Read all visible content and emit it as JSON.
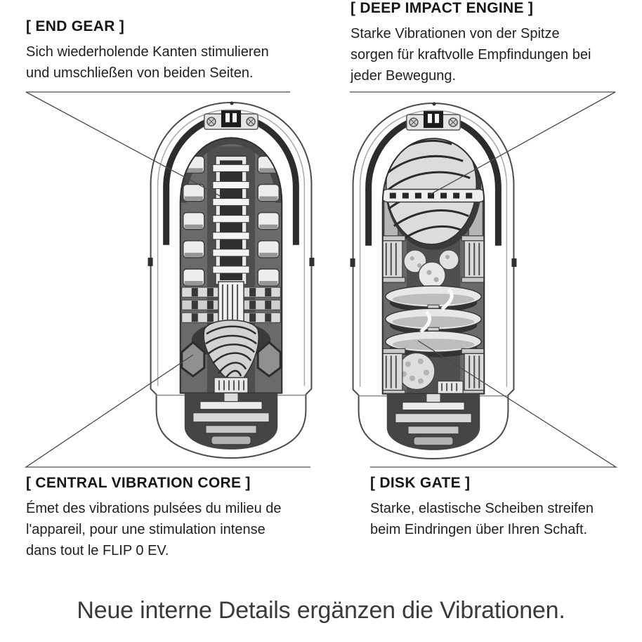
{
  "page": {
    "background": "#ffffff",
    "headline": "Neue interne Details ergänzen die Vibrationen.",
    "headline_color": "#3a3a3a",
    "line_color": "#4a4a4a",
    "text_color": "#1c1c1c"
  },
  "annotations": {
    "end_gear": {
      "title": "[ END GEAR ]",
      "body": "Sich wiederholende Kanten stimulieren\nund umschließen von beiden Seiten."
    },
    "deep_impact_engine": {
      "title": "[ DEEP IMPACT ENGINE ]",
      "body": "Starke Vibrationen von der Spitze\nsorgen für kraftvolle Empfindungen bei\njeder Bewegung."
    },
    "central_vibration_core": {
      "title": "[ CENTRAL VIBRATION CORE ]",
      "body": "Émet des vibrations pulsées du milieu de\nl'appareil, pour une stimulation intense\ndans tout le FLIP 0 EV."
    },
    "disk_gate": {
      "title": "[ DISK GATE ]",
      "body": "Starke, elastische Scheiben streifen\nbeim Eindringen über Ihren Schaft."
    }
  },
  "illustrations": {
    "left_device": "FLIP 0 EV cutaway — end gear and central vibration core",
    "right_device": "FLIP 0 EV cutaway — deep impact engine and disk gate"
  }
}
